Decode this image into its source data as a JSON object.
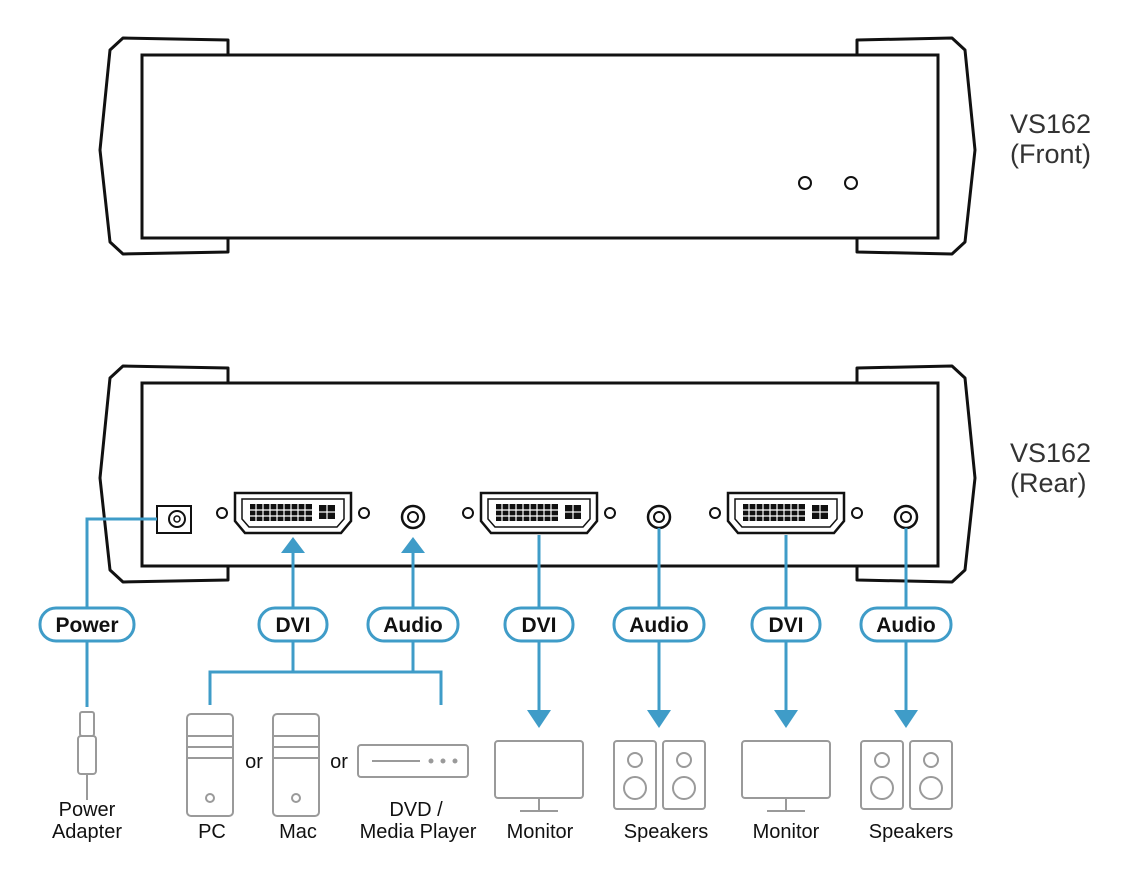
{
  "front_unit": {
    "model": "VS162",
    "view": "(Front)"
  },
  "rear_unit": {
    "model": "VS162",
    "view": "(Rear)"
  },
  "pills": {
    "power": "Power",
    "dvi_in": "DVI",
    "audio_in": "Audio",
    "dvi_out1": "DVI",
    "audio_out1": "Audio",
    "dvi_out2": "DVI",
    "audio_out2": "Audio"
  },
  "devices": {
    "power_adapter_line1": "Power",
    "power_adapter_line2": "Adapter",
    "pc": "PC",
    "mac": "Mac",
    "dvd_line1": "DVD /",
    "dvd_line2": "Media Player",
    "monitor1": "Monitor",
    "speakers1": "Speakers",
    "monitor2": "Monitor",
    "speakers2": "Speakers"
  },
  "or_word": "or",
  "colors": {
    "connector": "#3f9cc8",
    "outline": "#111111",
    "device": "#9a9a9a",
    "text": "#333333"
  }
}
